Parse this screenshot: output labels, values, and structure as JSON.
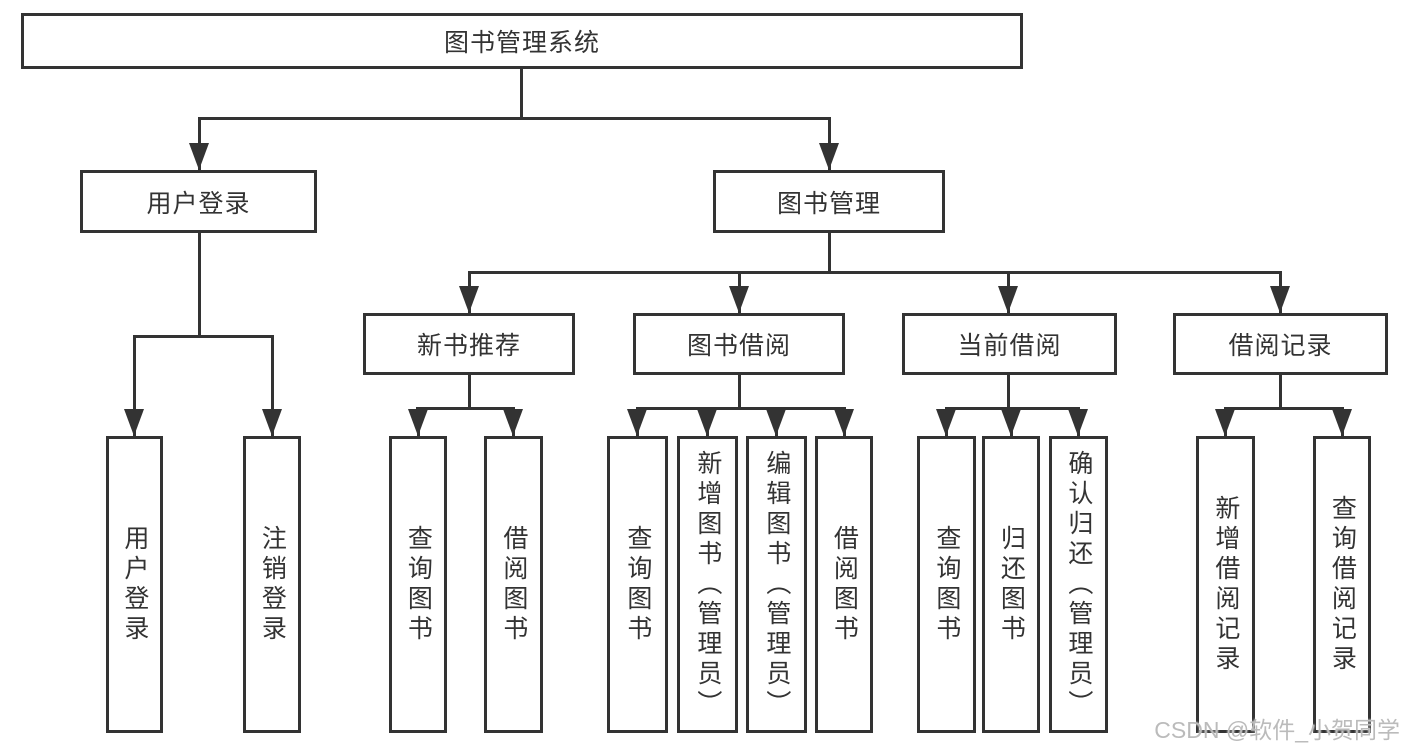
{
  "tree": {
    "label": "图书管理系统",
    "children": [
      {
        "label": "用户登录",
        "children": [
          {
            "label": "用户登录"
          },
          {
            "label": "注销登录"
          }
        ]
      },
      {
        "label": "图书管理",
        "children": [
          {
            "label": "新书推荐",
            "children": [
              {
                "label": "查询图书"
              },
              {
                "label": "借阅图书"
              }
            ]
          },
          {
            "label": "图书借阅",
            "children": [
              {
                "label": "查询图书"
              },
              {
                "label": "新增图书（管理员）"
              },
              {
                "label": "编辑图书（管理员）"
              },
              {
                "label": "借阅图书"
              }
            ]
          },
          {
            "label": "当前借阅",
            "children": [
              {
                "label": "查询图书"
              },
              {
                "label": "归还图书"
              },
              {
                "label": "确认归还（管理员）"
              }
            ]
          },
          {
            "label": "借阅记录",
            "children": [
              {
                "label": "新增借阅记录"
              },
              {
                "label": "查询借阅记录"
              }
            ]
          }
        ]
      }
    ]
  },
  "watermark": {
    "text": "CSDN @软件_小贺同学"
  },
  "colors": {
    "line": "#333333",
    "box_border": "#333333",
    "text": "#333333",
    "watermark": "#bbbbbb",
    "background": "#ffffff"
  }
}
